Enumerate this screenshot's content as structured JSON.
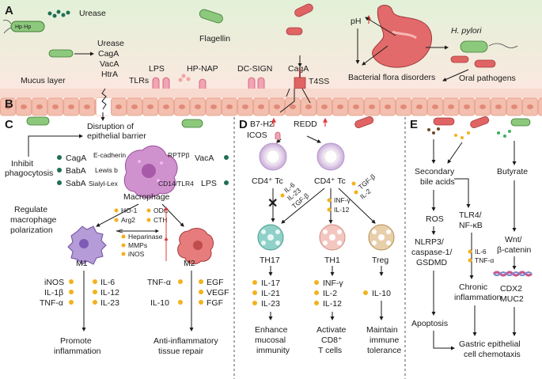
{
  "panels": {
    "a": "A",
    "b": "B",
    "c": "C",
    "d": "D",
    "e": "E"
  },
  "panel_a": {
    "urease_label": "Urease",
    "factors": [
      "Urease",
      "CagA",
      "VacA",
      "HtrA"
    ],
    "flagellin": "Flagellin",
    "lps": "LPS",
    "hp_nap": "HP-NAP",
    "dc_sign": "DC-SIGN",
    "caga": "CagA",
    "t4ss": "T4SS",
    "tlrs": "TLRs",
    "mucus_layer": "Mucus layer",
    "ph": "pH",
    "h_pylori": "H. pylori",
    "bacterial_flora": "Bacterial flora disorders",
    "oral_pathogens": "Oral pathogens"
  },
  "panel_c": {
    "disruption": [
      "Disruption of",
      "epithelial barrier"
    ],
    "inhibit": [
      "Inhibit",
      "phagocytosis"
    ],
    "left_factors": [
      "CagA",
      "BabA",
      "SabA"
    ],
    "right_factors": [
      "VacA",
      "LPS"
    ],
    "receptors": [
      "E-cadherin",
      "RPTPβ",
      "Lewis b",
      "Sialyl-Lex",
      "CD14/TLR4"
    ],
    "macrophage": "Macrophage",
    "regulate": [
      "Regulate",
      "macrophage",
      "polarization"
    ],
    "mediators_left": [
      "HO-1",
      "Arg2"
    ],
    "mediators_right": [
      "ODC",
      "CTH"
    ],
    "mediators_lower": [
      "Heparinase",
      "MMPs",
      "iNOS"
    ],
    "m1": "M1",
    "m2": "M2",
    "m1_left": [
      "iNOS",
      "IL-1β",
      "TNF-α"
    ],
    "m1_right": [
      "IL-6",
      "IL-12",
      "IL-23"
    ],
    "m2_left": [
      "TNF-α",
      "IL-10"
    ],
    "m2_right": [
      "EGF",
      "VEGF",
      "FGF"
    ],
    "outcome_m1": [
      "Promote",
      "inflammation"
    ],
    "outcome_m2": [
      "Anti-inflammatory",
      "tissue repair"
    ]
  },
  "panel_d": {
    "b7h2": "B7-H2",
    "icos": "ICOS",
    "redd": "REDD",
    "cd4_left": "CD4⁺ Tc",
    "cd4_right": "CD4⁺ Tc",
    "cyto_th17": [
      "IL-6",
      "IL-23",
      "TGF-β"
    ],
    "cyto_th1": [
      "INF-γ",
      "IL-12"
    ],
    "cyto_treg": [
      "TGF-β",
      "IL-2"
    ],
    "th17": "TH17",
    "th1": "TH1",
    "treg": "Treg",
    "th17_out": [
      "IL-17",
      "IL-21",
      "IL-23"
    ],
    "th1_out": [
      "INF-γ",
      "IL-2",
      "IL-12"
    ],
    "treg_out": [
      "IL-10"
    ],
    "out_th17": [
      "Enhance",
      "mucosal",
      "immunity"
    ],
    "out_th1": [
      "Activate",
      "CD8⁺",
      "T cells"
    ],
    "out_treg": [
      "Maintain",
      "immune",
      "tolerance"
    ]
  },
  "panel_e": {
    "secondary": [
      "Secondary",
      "bile acids"
    ],
    "butyrate": "Butyrate",
    "ros": "ROS",
    "tlr4": [
      "TLR4/",
      "NF-κB"
    ],
    "nlrp3": [
      "NLRP3/",
      "caspase-1/",
      "GSDMD"
    ],
    "e_cyto": [
      "IL-6",
      "TNF-α"
    ],
    "chronic": [
      "Chronic",
      "inflammation"
    ],
    "wnt": [
      "Wnt/",
      "β-catenin"
    ],
    "apoptosis": "Apoptosis",
    "cdx2": [
      "CDX2",
      "MUC2"
    ],
    "chemotaxis": [
      "Gastric epithelial",
      "cell chemotaxis"
    ]
  },
  "colors": {
    "mucus": "#f7d9cf",
    "cell": "#f3bfae",
    "cell_border": "#e79a87",
    "top_band": "#e6f2dd",
    "bacteria": "#8cc97c",
    "dot_teal": "#1f6e55",
    "dot_orange": "#f2b21d",
    "macrophage": "#cf92cf",
    "m1": "#b59bd7",
    "m2": "#e77c7c",
    "th17": "#8fd1c8",
    "th1": "#f3c7c0",
    "treg": "#e8cfaa",
    "red_arrow": "#e23a3a"
  }
}
